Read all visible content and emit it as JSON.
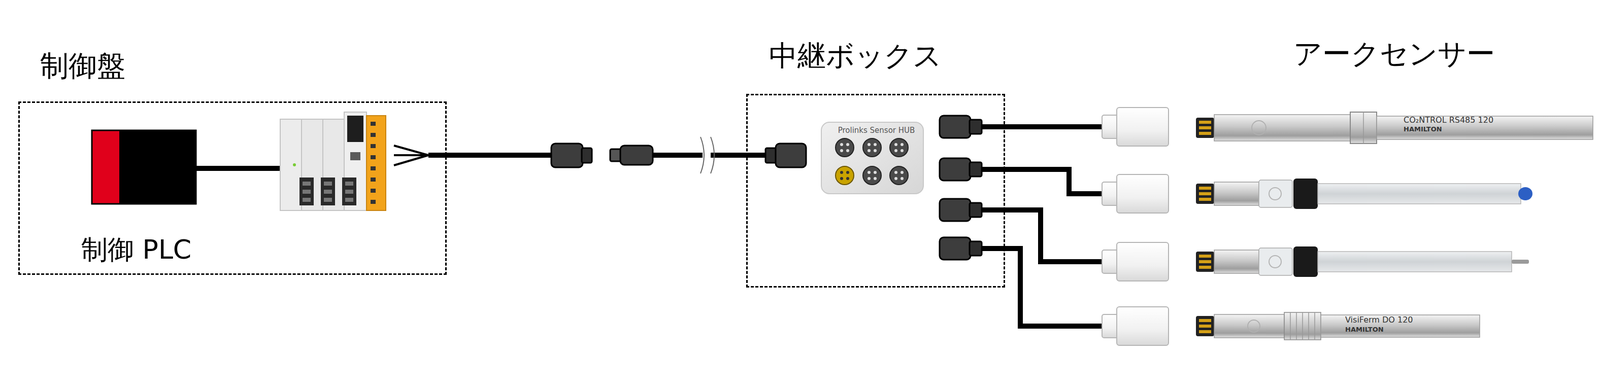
{
  "diagram": {
    "nodes": [
      {
        "text": [
          "制御盤"
        ]
      },
      {
        "text": [
          "制御 PLC"
        ],
        "in": 0
      },
      {
        "text": [
          "中継ボックス"
        ]
      },
      {
        "text": [
          "Prolinks Sensor HUB"
        ],
        "in": 2
      }
    ],
    "edges": [
      {
        "from": 1,
        "to": 3,
        "arrow": "none"
      }
    ],
    "labels": [
      "アークセンサー",
      "CO₂NTROL RS485 120",
      "HAMILTON",
      "VisiFerm DO 120",
      "HAMILTON"
    ]
  }
}
